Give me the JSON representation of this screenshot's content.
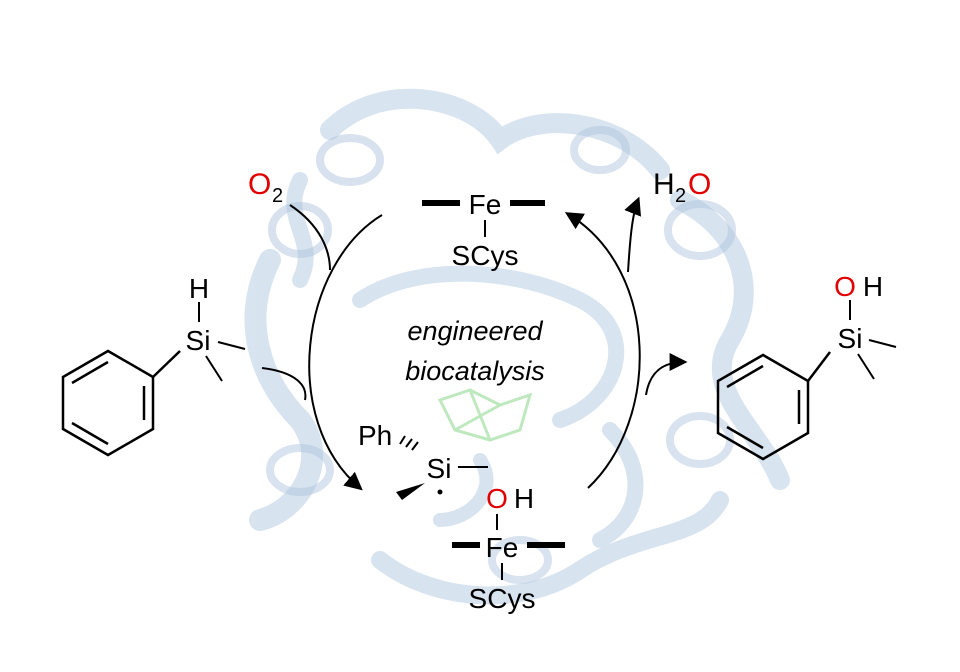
{
  "center_text": {
    "line1": "engineered",
    "line2": "biocatalysis"
  },
  "oxygen": {
    "symbol": "O",
    "subscript": "2"
  },
  "water": {
    "h": "H",
    "sub": "2",
    "o": "O"
  },
  "fe_top": {
    "fe": "Fe",
    "ligand": "SCys"
  },
  "fe_bottom": {
    "oh_o": "O",
    "oh_h": "H",
    "fe": "Fe",
    "ligand": "SCys"
  },
  "silane": {
    "h": "H",
    "si": "Si"
  },
  "silanol": {
    "o": "O",
    "h": "H",
    "si": "Si"
  },
  "radical": {
    "ph": "Ph",
    "si": "Si"
  },
  "colors": {
    "heteroatom": "#e00000",
    "protein": "#b8cde3",
    "ink": "#000000"
  }
}
